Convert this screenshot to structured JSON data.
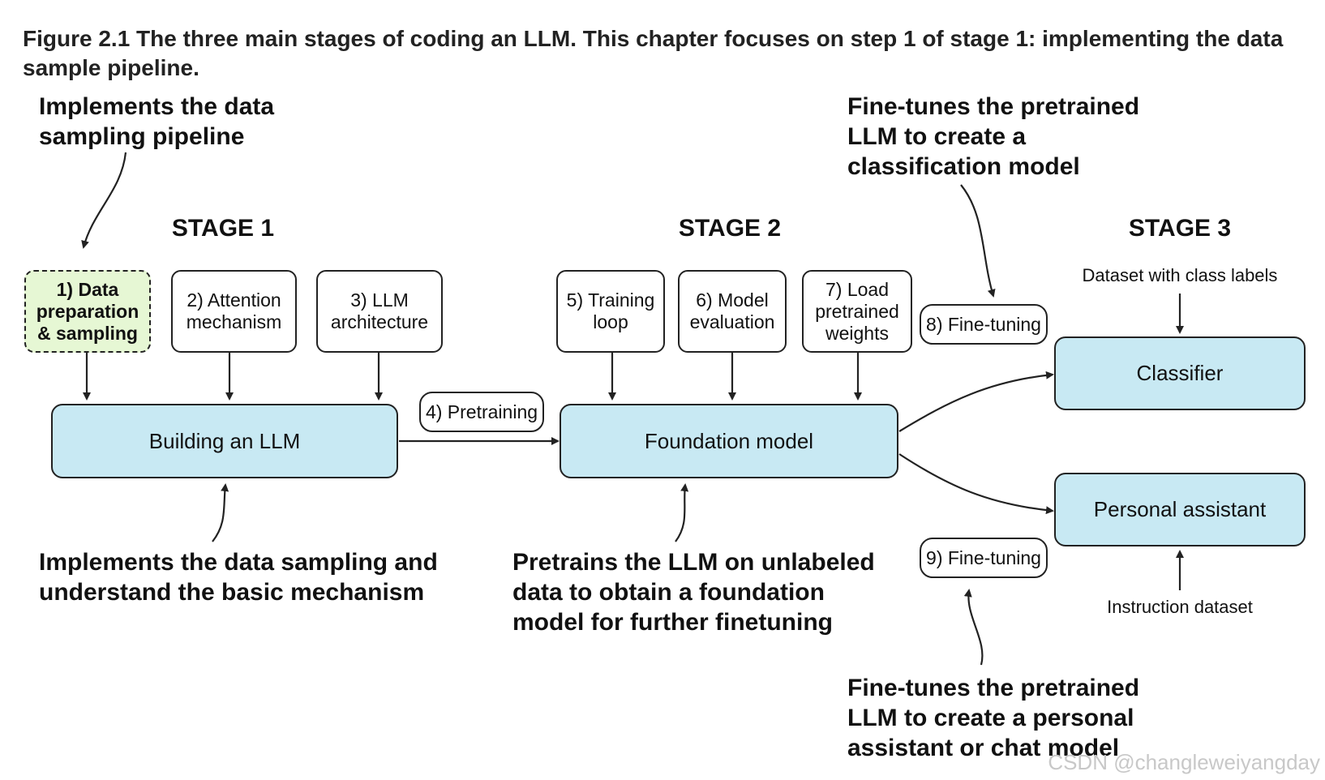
{
  "caption": "Figure 2.1 The three main stages of coding an LLM. This chapter focuses on step 1 of stage 1: implementing the data sample pipeline.",
  "stages": [
    "STAGE 1",
    "STAGE 2",
    "STAGE 3"
  ],
  "notes": {
    "top_left": "Implements the data sampling pipeline",
    "top_right": "Fine-tunes the pretrained LLM to create a classification model",
    "bottom_left": "Implements the data sampling and understand the basic mechanism",
    "bottom_middle": "Pretrains the LLM on unlabeled data to obtain a foundation model for further finetuning",
    "bottom_right": "Fine-tunes the pretrained LLM to create a personal assistant or chat model"
  },
  "steps": {
    "s1": "1) Data preparation & sampling",
    "s2": "2) Attention mechanism",
    "s3": "3) LLM architecture",
    "s4": "4) Pretraining",
    "s5": "5) Training loop",
    "s6": "6) Model evaluation",
    "s7": "7) Load pretrained weights",
    "s8": "8) Fine-tuning",
    "s9": "9) Fine-tuning"
  },
  "boxes": {
    "building": "Building an LLM",
    "foundation": "Foundation model",
    "classifier": "Classifier",
    "assistant": "Personal assistant"
  },
  "inputs": {
    "class_labels": "Dataset with class labels",
    "instruction": "Instruction dataset"
  },
  "watermark": "CSDN @changleweiyangday",
  "colors": {
    "stage_box_fill": "#c8e9f3",
    "highlight_fill": "#e6f7d4",
    "line": "#222222"
  }
}
